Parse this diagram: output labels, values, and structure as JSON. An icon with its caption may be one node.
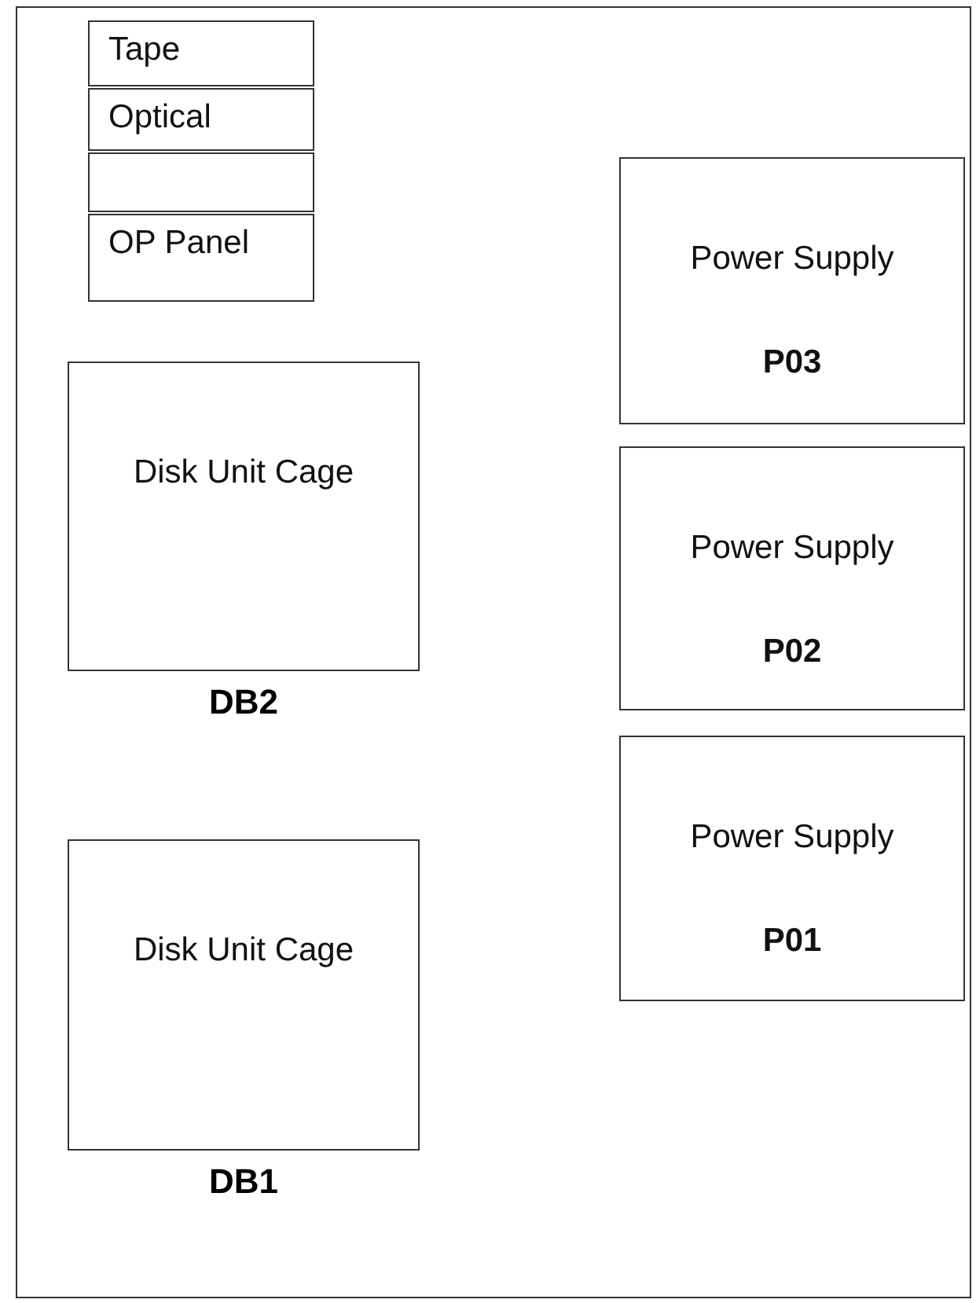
{
  "diagram": {
    "nodes": [
      {
        "text": [],
        "shape": "box"
      },
      {
        "text": [
          "Tape"
        ],
        "in": 0
      },
      {
        "text": [
          "Optical"
        ],
        "in": 0
      },
      {
        "text": [],
        "shape": "box",
        "in": 0
      },
      {
        "text": [
          "OP Panel"
        ],
        "in": 0
      },
      {
        "text": [
          "Disk Unit Cage"
        ],
        "beside": [
          "DB2"
        ],
        "in": 0
      },
      {
        "text": [
          "Disk Unit Cage"
        ],
        "beside": [
          "DB1"
        ],
        "in": 0
      },
      {
        "text": [
          "Power Supply",
          "P03"
        ],
        "in": 0
      },
      {
        "text": [
          "Power Supply",
          "P02"
        ],
        "in": 0
      },
      {
        "text": [
          "Power Supply",
          "P01"
        ],
        "in": 0
      }
    ]
  }
}
